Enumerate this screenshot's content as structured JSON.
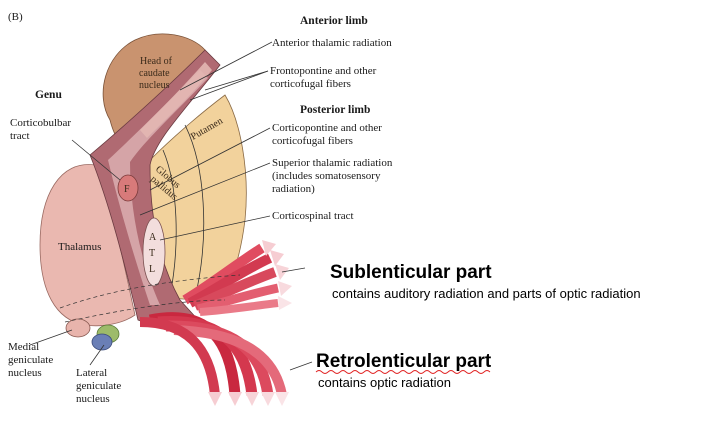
{
  "panel_label": "(B)",
  "headers": {
    "anterior_limb": "Anterior limb",
    "posterior_limb": "Posterior limb",
    "genu": "Genu"
  },
  "labels": {
    "anterior_thalamic_radiation": "Anterior thalamic radiation",
    "frontopontine_1": "Frontopontine and other",
    "frontopontine_2": "corticofugal fibers",
    "corticopontine_1": "Corticopontine and other",
    "corticopontine_2": "corticofugal fibers",
    "superior_thalamic_1": "Superior thalamic radiation",
    "superior_thalamic_2": "(includes somatosensory",
    "superior_thalamic_3": "radiation)",
    "corticospinal": "Corticospinal tract",
    "corticobulbar_1": "Corticobulbar",
    "corticobulbar_2": "tract",
    "thalamus": "Thalamus",
    "medial_geniculate_1": "Medial",
    "medial_geniculate_2": "geniculate",
    "medial_geniculate_3": "nucleus",
    "lateral_geniculate_1": "Lateral",
    "lateral_geniculate_2": "geniculate",
    "lateral_geniculate_3": "nucleus",
    "caudate_1": "Head of",
    "caudate_2": "caudate",
    "caudate_3": "nucleus",
    "globus_1": "Globus",
    "globus_2": "pallidus",
    "putamen": "Putamen",
    "face": "F",
    "atl_a": "A",
    "atl_t": "T",
    "atl_l": "L"
  },
  "annotations": {
    "sublenticular_title": "Sublenticular part",
    "sublenticular_desc": "contains auditory radiation and parts of optic radiation",
    "retrolenticular_title": "Retrolenticular part",
    "retrolenticular_desc": "contains optic radiation"
  },
  "colors": {
    "thalamus": "#eab8b0",
    "caudate": "#c9936f",
    "capsule": "#b06a72",
    "capsule_light": "#d7a8aa",
    "lentiform": "#f2d29c",
    "radiation": "#d8394e",
    "geniculate_green": "#9dbb6a",
    "geniculate_blue": "#6a7fb6"
  }
}
